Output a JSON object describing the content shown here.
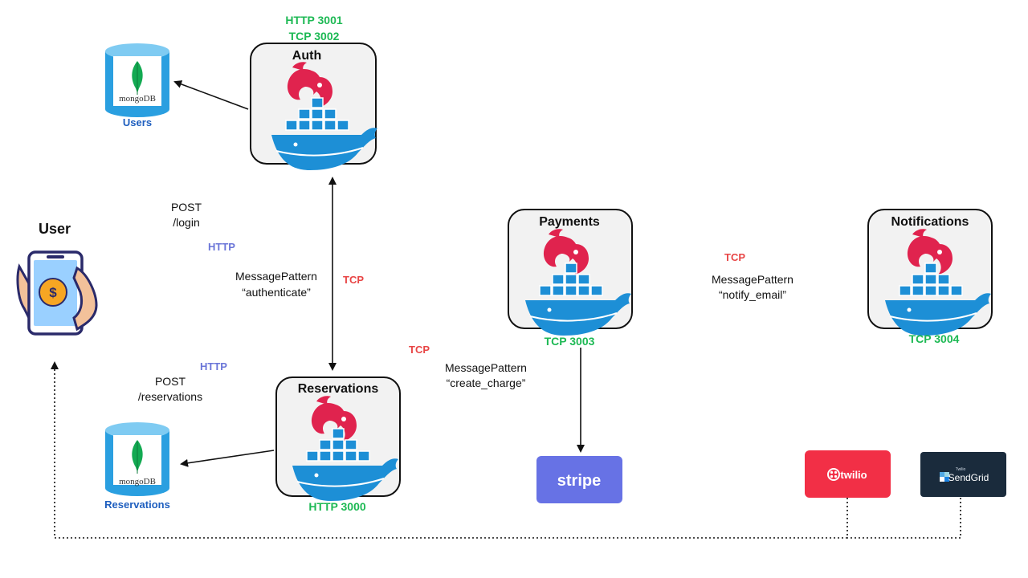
{
  "colors": {
    "port_green": "#1db954",
    "tcp_red": "#e84545",
    "http_blue": "#6a75d8",
    "db_label_blue": "#1f5fbf",
    "nest_red": "#e0234e",
    "docker_blue": "#1d8fd6",
    "stripe": "#6772e5",
    "twilio": "#f22f46",
    "sendgrid": "#1a2b3c",
    "box_bg": "#f2f2f2"
  },
  "services": {
    "auth": {
      "title": "Auth",
      "ports": [
        "HTTP 3001",
        "TCP 3002"
      ]
    },
    "payments": {
      "title": "Payments",
      "port": "TCP 3003"
    },
    "notifications": {
      "title": "Notifications",
      "port": "TCP 3004"
    },
    "reservations": {
      "title": "Reservations",
      "port": "HTTP 3000"
    }
  },
  "databases": {
    "users": {
      "logo_text": "mongoDB",
      "label": "Users"
    },
    "reservations": {
      "logo_text": "mongoDB",
      "label": "Reservations"
    }
  },
  "user": {
    "label": "User"
  },
  "edges": {
    "login": {
      "method": "POST",
      "path": "/login",
      "protocol": "HTTP"
    },
    "reservations": {
      "protocol": "HTTP",
      "method": "POST",
      "path": "/reservations"
    },
    "authenticate": {
      "label": "MessagePattern",
      "pattern": "“authenticate”",
      "protocol": "TCP"
    },
    "create_charge": {
      "protocol": "TCP",
      "label": "MessagePattern",
      "pattern": "“create_charge”"
    },
    "notify_email": {
      "protocol": "TCP",
      "label": "MessagePattern",
      "pattern": "“notify_email”"
    }
  },
  "providers": {
    "stripe": "stripe",
    "twilio": "twilio",
    "sendgrid_small": "Twilio",
    "sendgrid": "SendGrid"
  }
}
